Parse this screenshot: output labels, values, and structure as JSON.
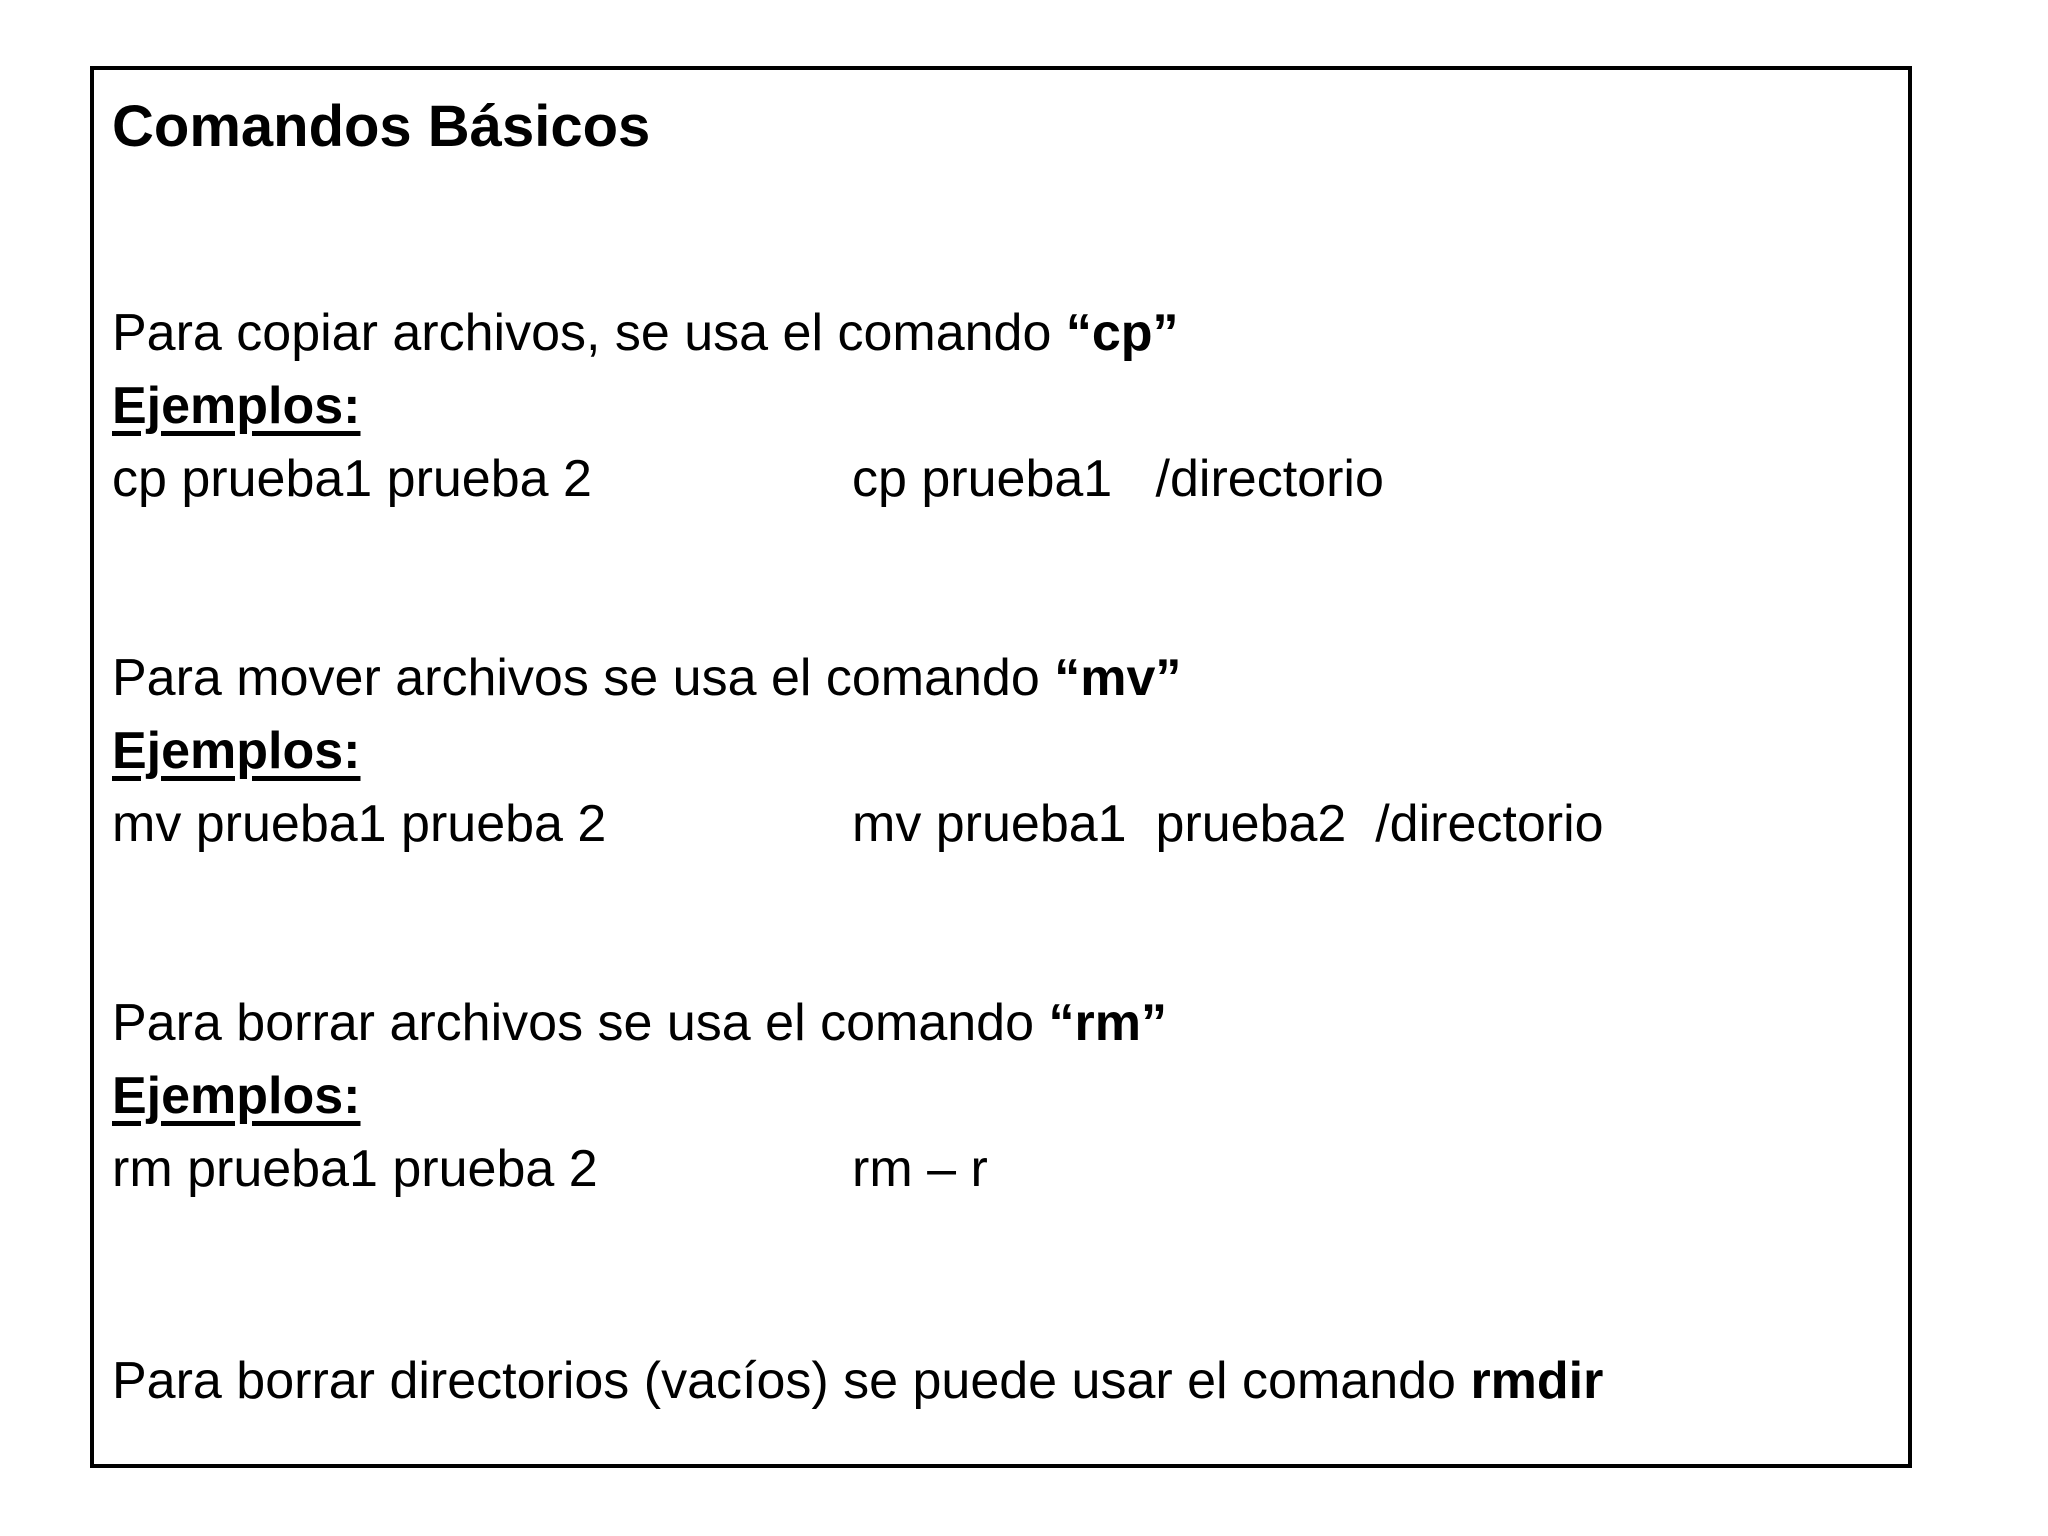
{
  "title": "Comandos Básicos",
  "sections": [
    {
      "intro": "Para copiar archivos, se usa el comando ",
      "command": "“cp”",
      "examples_label": "Ejemplos:",
      "example_left": "cp prueba1 prueba 2",
      "example_right": "cp prueba1   /directorio"
    },
    {
      "intro": "Para mover archivos se usa el comando ",
      "command": "“mv”",
      "examples_label": "Ejemplos:",
      "example_left": "mv prueba1 prueba 2",
      "example_right": "mv prueba1  prueba2  /directorio"
    },
    {
      "intro": "Para borrar archivos se usa el comando ",
      "command": "“rm”",
      "examples_label": "Ejemplos:",
      "example_left": "rm prueba1 prueba 2",
      "example_right": "rm – r"
    }
  ],
  "footer": {
    "text": "Para borrar directorios (vacíos) se puede usar el comando ",
    "command": "rmdir"
  },
  "colors": {
    "background": "#ffffff",
    "text": "#000000",
    "border": "#000000"
  }
}
